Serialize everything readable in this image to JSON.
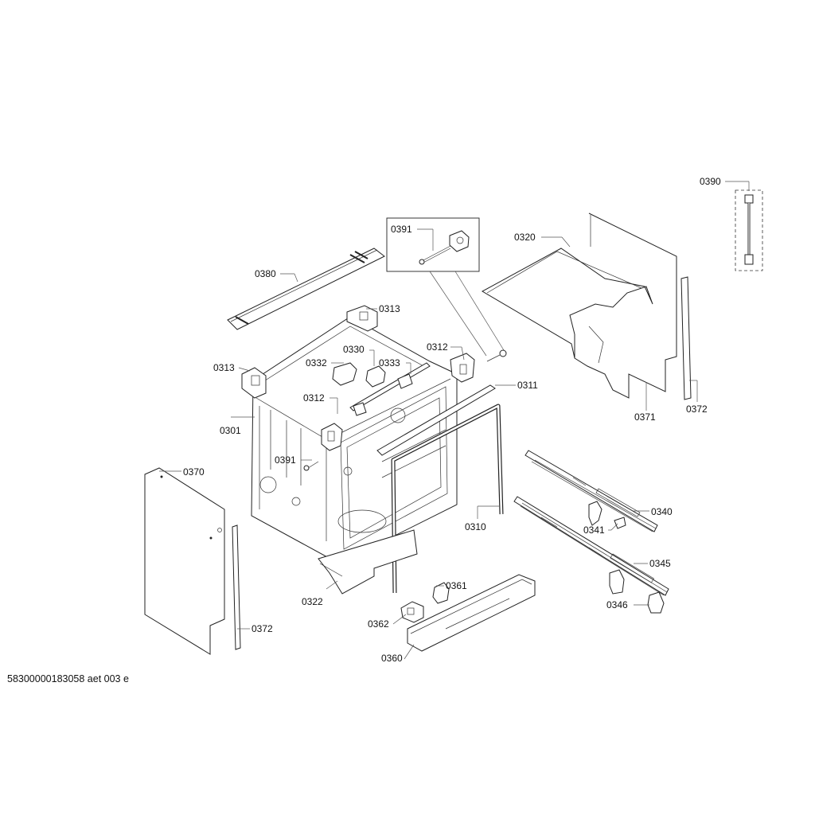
{
  "document_code": "58300000183058 aet 003 e",
  "part_labels": {
    "p0390": "0390",
    "p0391_top": "0391",
    "p0320": "0320",
    "p0380": "0380",
    "p0313_top": "0313",
    "p0330": "0330",
    "p0312_right": "0312",
    "p0313_left": "0313",
    "p0332": "0332",
    "p0333": "0333",
    "p0311": "0311",
    "p0371": "0371",
    "p0372_right": "0372",
    "p0312_mid": "0312",
    "p0301": "0301",
    "p0391_mid": "0391",
    "p0370": "0370",
    "p0340": "0340",
    "p0341": "0341",
    "p0310": "0310",
    "p0345": "0345",
    "p0361": "0361",
    "p0346": "0346",
    "p0322": "0322",
    "p0362": "0362",
    "p0372_left": "0372",
    "p0360": "0360"
  }
}
